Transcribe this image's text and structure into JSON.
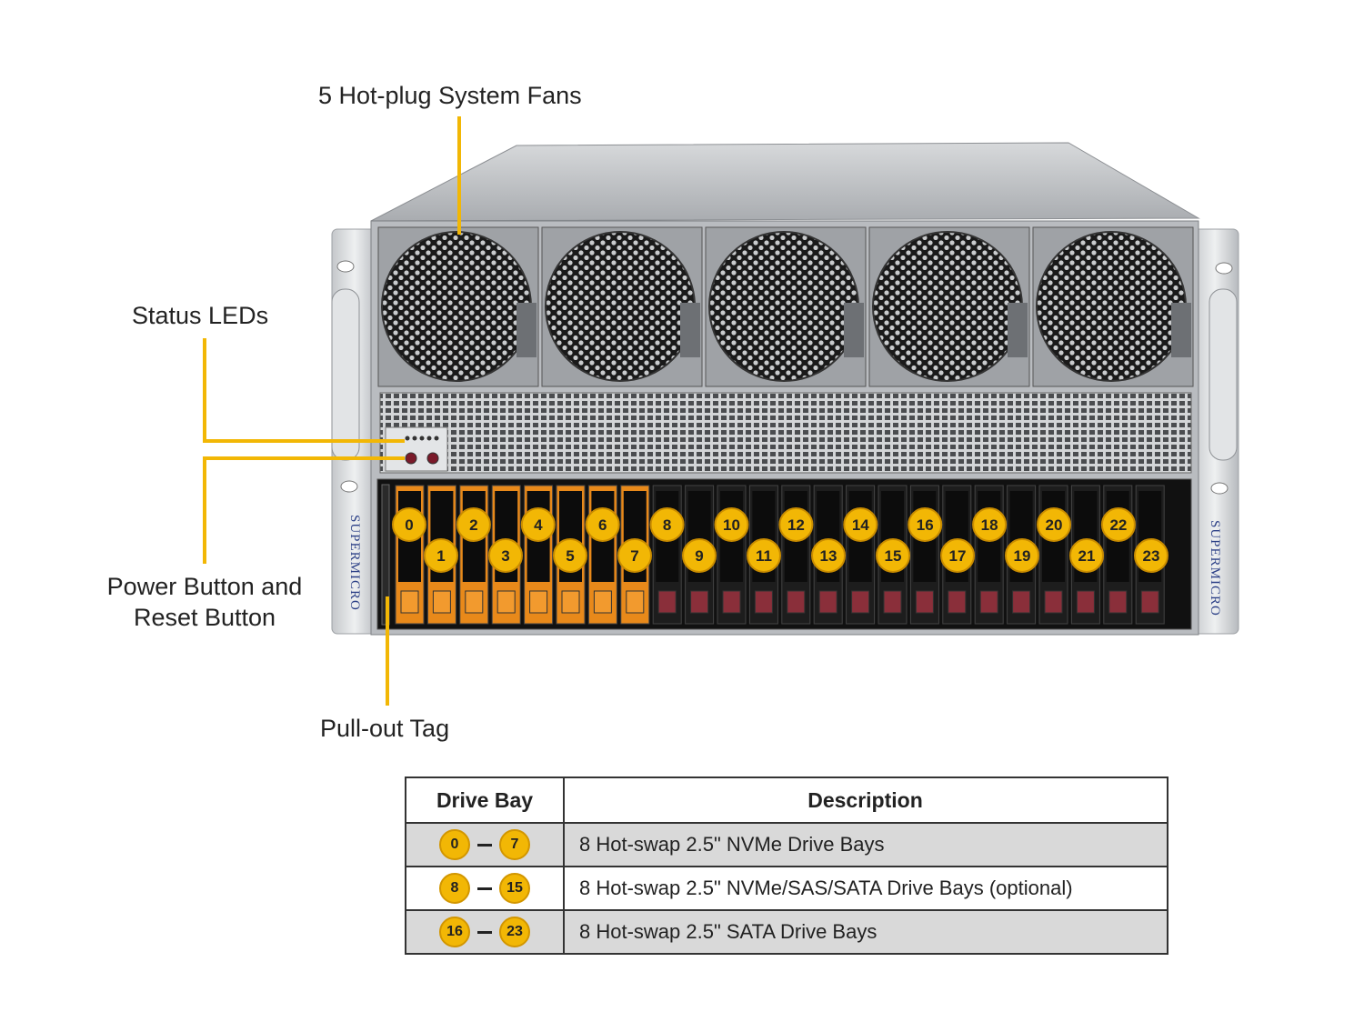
{
  "callouts": {
    "fans": "5 Hot-plug System Fans",
    "status_leds": "Status LEDs",
    "power_reset_line1": "Power Button and",
    "power_reset_line2": "Reset Button",
    "pull_out_tag": "Pull-out Tag"
  },
  "brand": {
    "left": "SUPERMICRO",
    "right": "SUPERMICRO"
  },
  "bays": {
    "top_row": [
      "0",
      "2",
      "4",
      "6",
      "8",
      "10",
      "12",
      "14",
      "16",
      "18",
      "20",
      "22"
    ],
    "bottom_row": [
      "1",
      "3",
      "5",
      "7",
      "9",
      "11",
      "13",
      "15",
      "17",
      "19",
      "21",
      "23"
    ]
  },
  "table": {
    "headers": {
      "bay": "Drive Bay",
      "desc": "Description"
    },
    "rows": [
      {
        "from": "0",
        "to": "7",
        "desc": "8 Hot-swap 2.5\" NVMe Drive Bays"
      },
      {
        "from": "8",
        "to": "15",
        "desc": "8 Hot-swap 2.5\" NVMe/SAS/SATA Drive Bays (optional)"
      },
      {
        "from": "16",
        "to": "23",
        "desc": "8 Hot-swap 2.5\" SATA Drive Bays"
      }
    ]
  },
  "colors": {
    "callout_yellow": "#f2b705",
    "nvme_tab": "#e8891a",
    "sata_tab": "#8a2f3a",
    "brand_blue": "#2b3f86"
  }
}
